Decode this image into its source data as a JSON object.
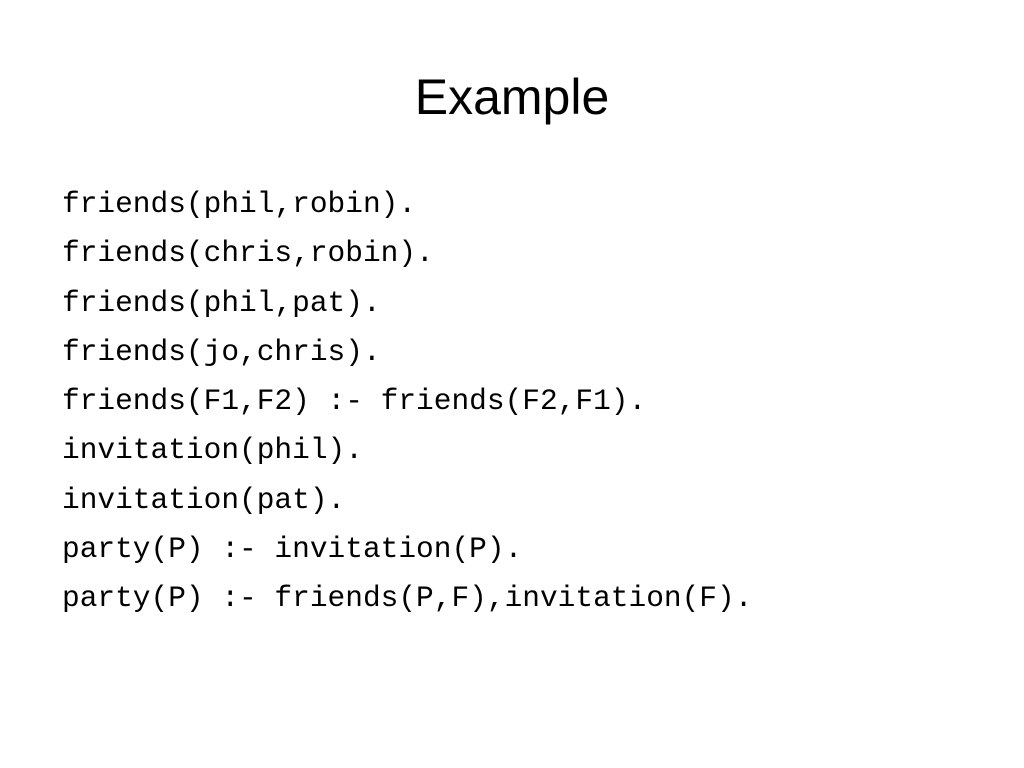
{
  "slide": {
    "title": "Example",
    "code_lines": [
      "friends(phil,robin).",
      "friends(chris,robin).",
      "friends(phil,pat).",
      "friends(jo,chris).",
      "friends(F1,F2) :- friends(F2,F1).",
      "invitation(phil).",
      "invitation(pat).",
      "party(P) :- invitation(P).",
      "party(P) :- friends(P,F),invitation(F)."
    ]
  }
}
